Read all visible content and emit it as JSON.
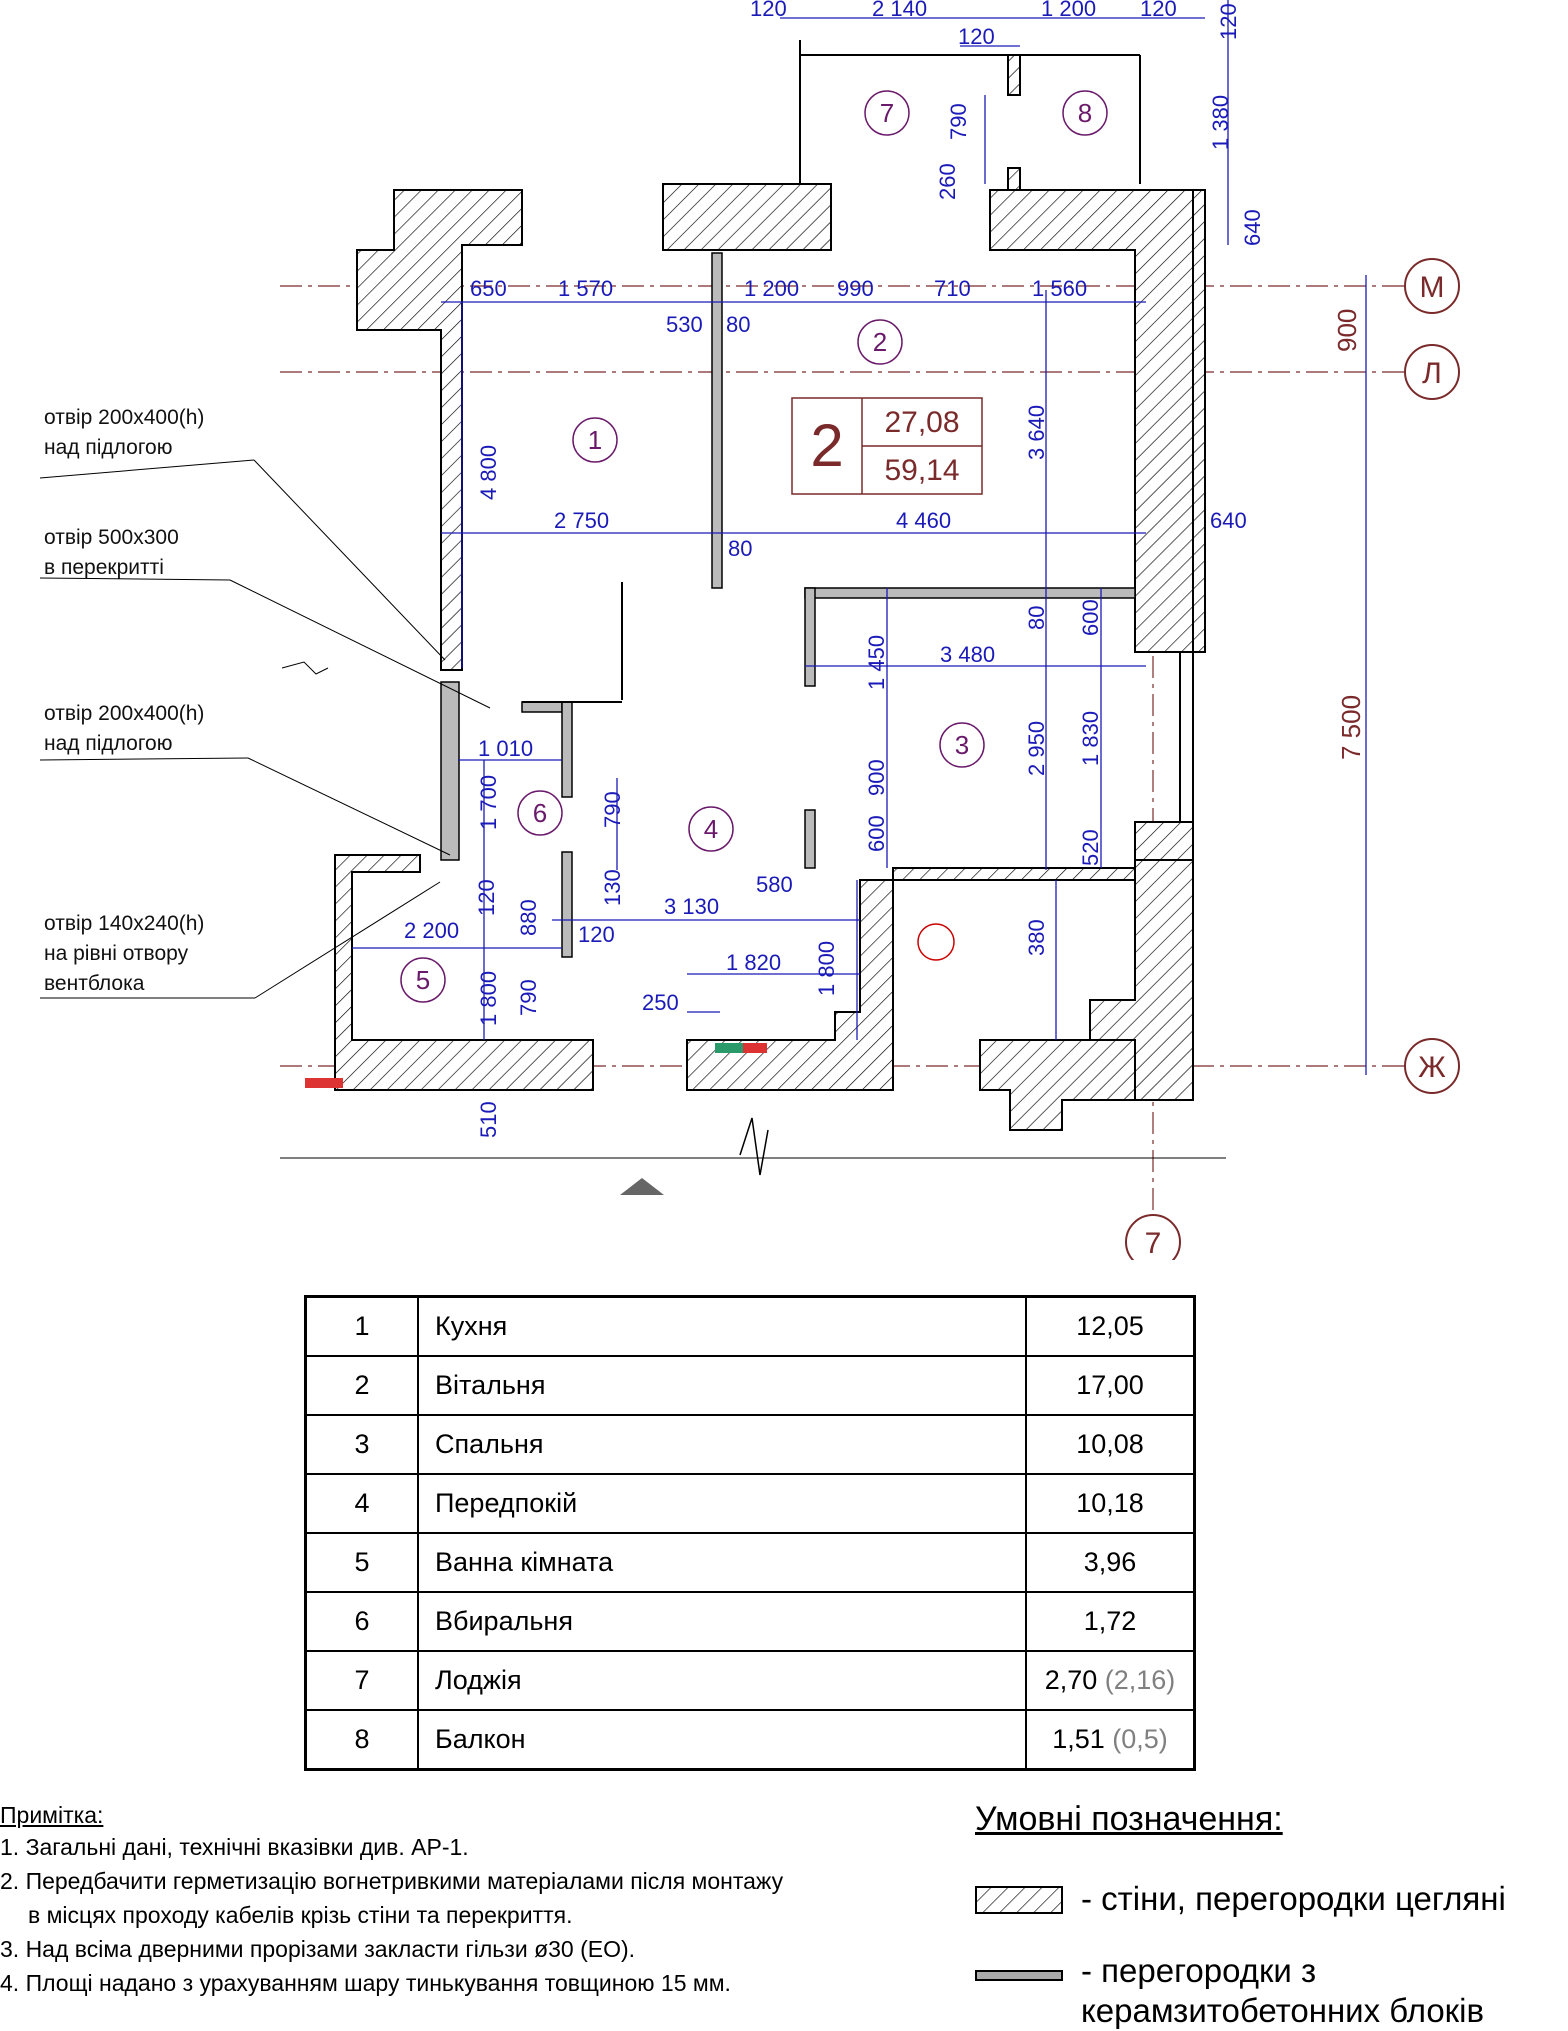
{
  "plan": {
    "axes": {
      "m": "М",
      "l": "Л",
      "zh": "Ж",
      "seven": "7"
    },
    "apartment": {
      "number": "2",
      "living_area": "27,08",
      "total_area": "59,14"
    },
    "room_markers": [
      "1",
      "2",
      "3",
      "4",
      "5",
      "6",
      "7",
      "8"
    ],
    "dims": {
      "t120a": "120",
      "t2140": "2 140",
      "t120b": "120",
      "t1200": "1 200",
      "t120c": "120",
      "t120d": "120",
      "t120v": "120",
      "d1380": "1 380",
      "d640a": "640",
      "d790a": "790",
      "d260": "260",
      "d650": "650",
      "d1570": "1 570",
      "d1200": "1 200",
      "d990": "990",
      "d710": "710",
      "d1560": "1 560",
      "d530": "530",
      "d80a": "80",
      "d4800": "4 800",
      "d3640": "3 640",
      "d2750": "2 750",
      "d4460": "4 460",
      "d80b": "80",
      "d640b": "640",
      "d80c": "80",
      "d600a": "600",
      "d1450": "1 450",
      "d3480": "3 480",
      "d2950": "2 950",
      "d1830": "1 830",
      "d900a": "900",
      "d600b": "600",
      "d520": "520",
      "d380": "380",
      "d1010": "1 010",
      "d1700": "1 700",
      "d790b": "790",
      "d130": "130",
      "d120e": "120",
      "d880": "880",
      "d120f": "120",
      "d580": "580",
      "d3130": "3 130",
      "d2200": "2 200",
      "d1820": "1 820",
      "d1800a": "1 800",
      "d250": "250",
      "d1800b": "1 800",
      "d790c": "790",
      "d510": "510",
      "d900axis": "900",
      "d7500": "7 500"
    },
    "notes": {
      "n1a": "отвір 200х400(h)",
      "n1b": "над підлогою",
      "n2a": "отвір 500х300",
      "n2b": "в перекритті",
      "n3a": "отвір 200х400(h)",
      "n3b": "над підлогою",
      "n4a": "отвір 140х240(h)",
      "n4b": "на рівні отвору",
      "n4c": "вентблока"
    }
  },
  "rooms_table": [
    {
      "num": "1",
      "name": "Кухня",
      "area": "12,05",
      "area_note": ""
    },
    {
      "num": "2",
      "name": "Вітальня",
      "area": "17,00",
      "area_note": ""
    },
    {
      "num": "3",
      "name": "Спальня",
      "area": "10,08",
      "area_note": ""
    },
    {
      "num": "4",
      "name": "Передпокій",
      "area": "10,18",
      "area_note": ""
    },
    {
      "num": "5",
      "name": "Ванна кімната",
      "area": "3,96",
      "area_note": ""
    },
    {
      "num": "6",
      "name": "Вбиральня",
      "area": "1,72",
      "area_note": ""
    },
    {
      "num": "7",
      "name": "Лоджія",
      "area": "2,70",
      "area_note": "(2,16)"
    },
    {
      "num": "8",
      "name": "Балкон",
      "area": "1,51",
      "area_note": "(0,5)"
    }
  ],
  "notes": {
    "title": "Примітка:",
    "lines": [
      "1. Загальні дані, технічні вказівки див. АР-1.",
      "2. Передбачити герметизацію вогнетривкими матеріалами після монтажу",
      "в місцях проходу кабелів крізь стіни та перекриття.",
      "3. Над всіма дверними прорізами закласти гільзи ø30 (ЕО).",
      "4. Площі надано з урахуванням шару тинькування товщиною 15 мм."
    ]
  },
  "legend": {
    "title": "Умовні позначення:",
    "brick": "- стіни, перегородки цегляні",
    "block_1": "- перегородки з",
    "block_2": "керамзитобетонних блоків"
  },
  "colors": {
    "dim": "#1a1ab8",
    "axis": "#7a2a2a",
    "room": "#6a1a6a",
    "wall": "#000000"
  }
}
